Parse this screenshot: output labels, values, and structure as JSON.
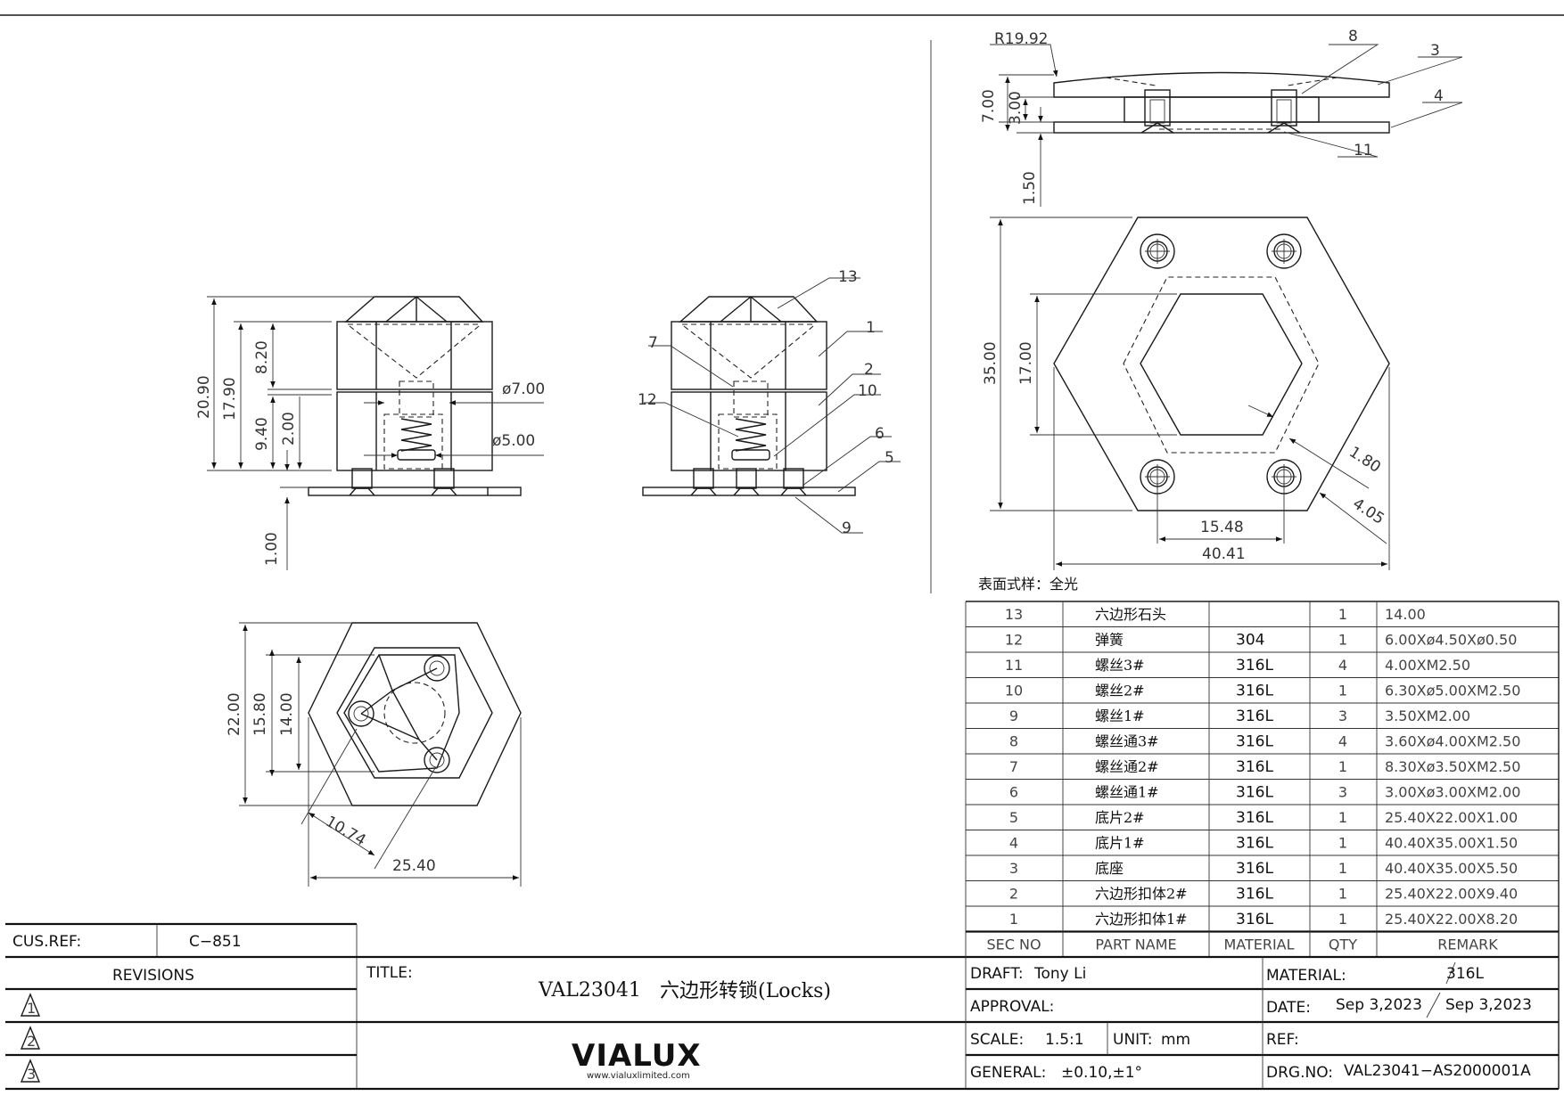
{
  "right_views": {
    "radius": "R19.92",
    "dim_total_height": "7.00",
    "dim_gap": "3.00",
    "dim_plate": "1.50",
    "dim_height": "35.00",
    "dim_inner_height": "17.00",
    "dim_wall": "1.80",
    "dim_edge": "4.05",
    "dim_hole_pitch": "15.48",
    "dim_width": "40.41",
    "balloons": {
      "b8": "8",
      "b3": "3",
      "b4": "4",
      "b11": "11"
    }
  },
  "surface_note": "表面式样：全光",
  "front_view": {
    "dim_total": "20.90",
    "dim_body": "17.90",
    "dim_upper": "8.20",
    "dim_lower": "9.40",
    "dim_travel": "2.00",
    "dim_dia7": "ø7.00",
    "dim_dia5": "ø5.00",
    "dim_base": "1.00"
  },
  "section_view": {
    "balloons": {
      "b13": "13",
      "b1": "1",
      "b7": "7",
      "b2": "2",
      "b10": "10",
      "b12": "12",
      "b6": "6",
      "b5": "5",
      "b9": "9"
    }
  },
  "top_view": {
    "dim_height": "22.00",
    "dim_inner": "15.80",
    "dim_stone": "14.00",
    "dim_diag": "10.74",
    "dim_width": "25.40"
  },
  "parts_table": {
    "headers": [
      "SEC NO",
      "PART NAME",
      "MATERIAL",
      "QTY",
      "REMARK"
    ],
    "rows": [
      {
        "sec": "13",
        "name": "六边形石头",
        "material": "",
        "qty": "1",
        "remark": "14.00"
      },
      {
        "sec": "12",
        "name": "弹簧",
        "material": "304",
        "qty": "1",
        "remark": "6.00Xø4.50Xø0.50"
      },
      {
        "sec": "11",
        "name": "螺丝3#",
        "material": "316L",
        "qty": "4",
        "remark": "4.00XM2.50"
      },
      {
        "sec": "10",
        "name": "螺丝2#",
        "material": "316L",
        "qty": "1",
        "remark": "6.30Xø5.00XM2.50"
      },
      {
        "sec": "9",
        "name": "螺丝1#",
        "material": "316L",
        "qty": "3",
        "remark": "3.50XM2.00"
      },
      {
        "sec": "8",
        "name": "螺丝通3#",
        "material": "316L",
        "qty": "4",
        "remark": "3.60Xø4.00XM2.50"
      },
      {
        "sec": "7",
        "name": "螺丝通2#",
        "material": "316L",
        "qty": "1",
        "remark": "8.30Xø3.50XM2.50"
      },
      {
        "sec": "6",
        "name": "螺丝通1#",
        "material": "316L",
        "qty": "3",
        "remark": "3.00Xø3.00XM2.00"
      },
      {
        "sec": "5",
        "name": "底片2#",
        "material": "316L",
        "qty": "1",
        "remark": "25.40X22.00X1.00"
      },
      {
        "sec": "4",
        "name": "底片1#",
        "material": "316L",
        "qty": "1",
        "remark": "40.40X35.00X1.50"
      },
      {
        "sec": "3",
        "name": "底座",
        "material": "316L",
        "qty": "1",
        "remark": "40.40X35.00X5.50"
      },
      {
        "sec": "2",
        "name": "六边形扣体2#",
        "material": "316L",
        "qty": "1",
        "remark": "25.40X22.00X9.40"
      },
      {
        "sec": "1",
        "name": "六边形扣体1#",
        "material": "316L",
        "qty": "1",
        "remark": "25.40X22.00X8.20"
      }
    ]
  },
  "title_block": {
    "cus_ref_label": "CUS.REF:",
    "cus_ref": "C−851",
    "revisions_label": "REVISIONS",
    "revision_marks": [
      "1",
      "2",
      "3"
    ],
    "title_label": "TITLE:",
    "title_code": "VAL23041",
    "title_name": "六边形转锁(Locks)",
    "logo": "VIALUX",
    "logo_url": "www.vialuxlimited.com",
    "draft_label": "DRAFT:",
    "draft": "Tony Li",
    "approval_label": "APPROVAL:",
    "scale_label": "SCALE:",
    "scale": "1.5:1",
    "unit_label": "UNIT:",
    "unit": "mm",
    "general_label": "GENERAL:",
    "general": "±0.10,±1°",
    "material_label": "MATERIAL:",
    "material": "316L",
    "date_label": "DATE:",
    "date": "Sep 3,2023",
    "date2": "Sep 3,2023",
    "ref_label": "REF:",
    "drg_label": "DRG.NO:",
    "drg_no": "VAL23041−AS2000001A"
  }
}
